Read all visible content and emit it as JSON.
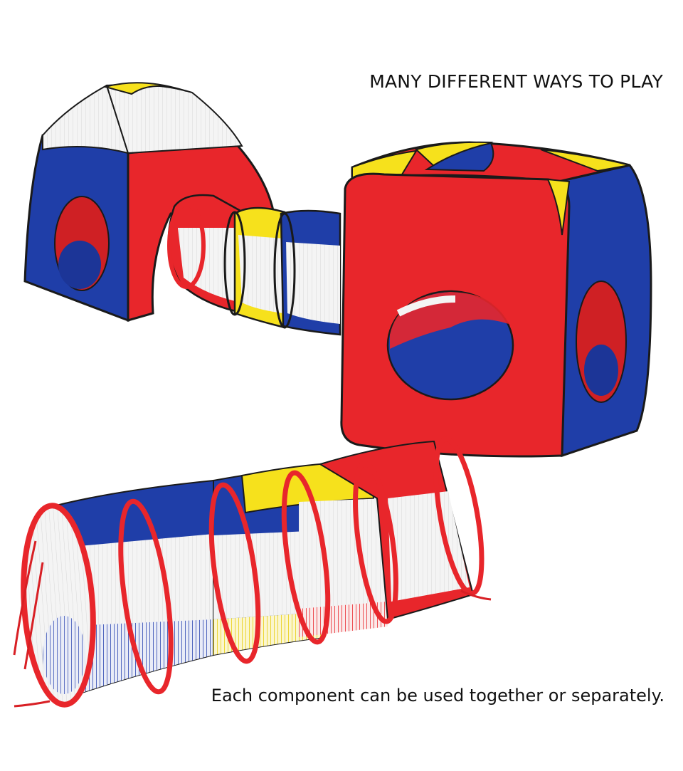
{
  "headline": "MANY DIFFERENT WAYS TO PLAY",
  "caption": "Each component can be used together or separately.",
  "colors": {
    "red": "#e8262b",
    "blue": "#1f3ea8",
    "yellow": "#f6e11c",
    "edge": "#1a1a1a",
    "mesh": "#f2f2f2"
  },
  "objects": [
    "pop-up tent",
    "short tunnel",
    "cube tent",
    "long tunnel"
  ]
}
